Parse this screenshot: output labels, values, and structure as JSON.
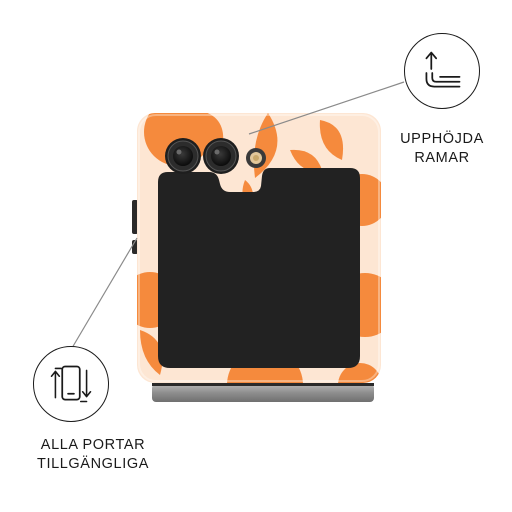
{
  "features": {
    "raised_edges": {
      "icon": "raised-edge-icon",
      "lines": [
        "UPPHÖJDA",
        "RAMAR"
      ]
    },
    "all_ports": {
      "icon": "phone-ports-icon",
      "lines": [
        "ALLA PORTAR",
        "TILLGÄNGLIGA"
      ]
    }
  },
  "colors": {
    "case_base": "#fde6d3",
    "accent_orange": "#f58a3d",
    "cover_screen": "#222222",
    "camera_ring": "#1e1e1e",
    "hinge_gray": "#9a9a9a"
  }
}
